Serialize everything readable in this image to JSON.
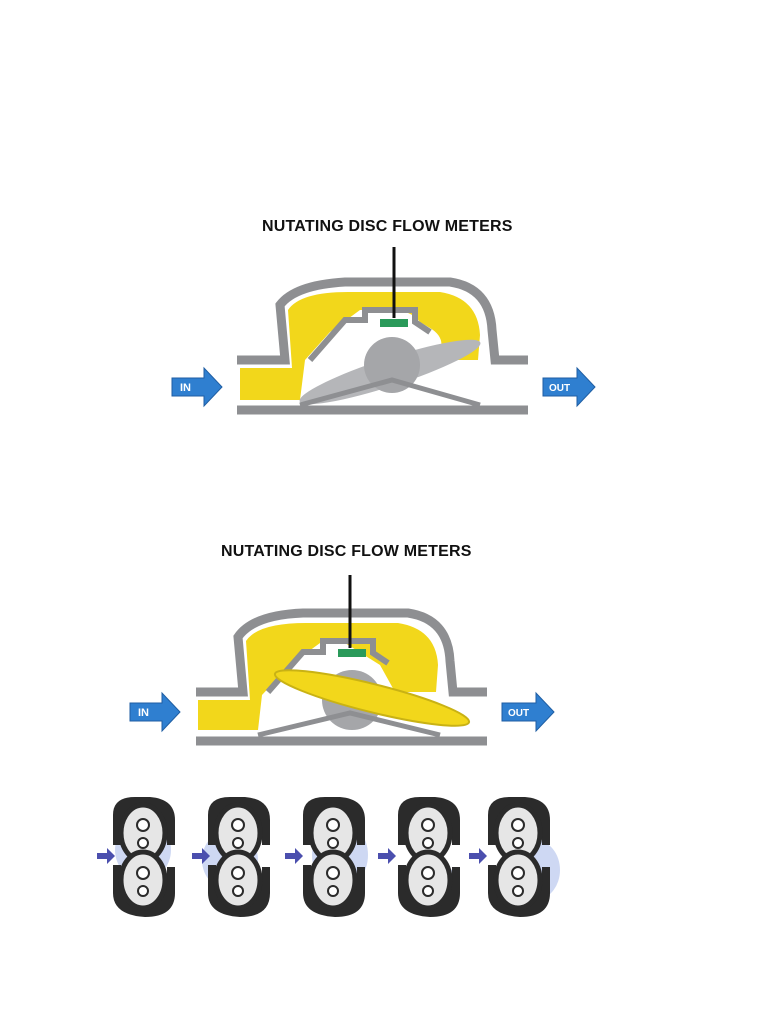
{
  "diagrams": [
    {
      "title": "NUTATING DISC FLOW METERS",
      "inlet_label": "IN",
      "outlet_label": "OUT"
    },
    {
      "title": "NUTATING DISC FLOW METERS",
      "inlet_label": "IN",
      "outlet_label": "OUT"
    }
  ],
  "colors": {
    "fluid": "#f2d71b",
    "housing": "#8e8f92",
    "disc": "#b5b6b9",
    "arrow": "#2f7fd0",
    "sensor": "#2a9a5a",
    "gear_fluid": "#b9c7ee",
    "gear_dark": "#2b2b2b"
  }
}
